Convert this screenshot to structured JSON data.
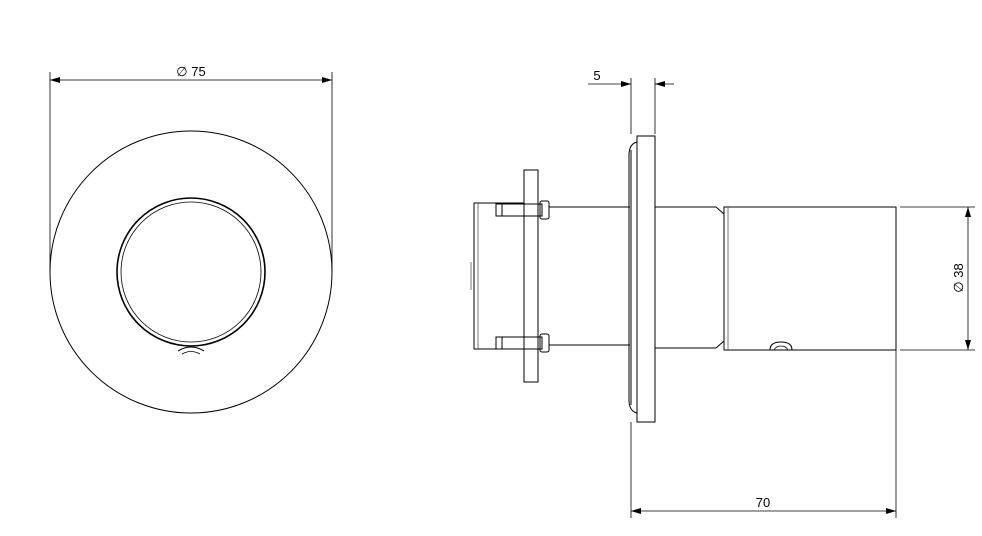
{
  "dimensions": {
    "front_diameter": "∅ 75",
    "flange_thickness": "5",
    "body_diameter": "∅ 38",
    "overall_length": "70"
  },
  "colors": {
    "line": "#000000",
    "background": "#ffffff"
  }
}
